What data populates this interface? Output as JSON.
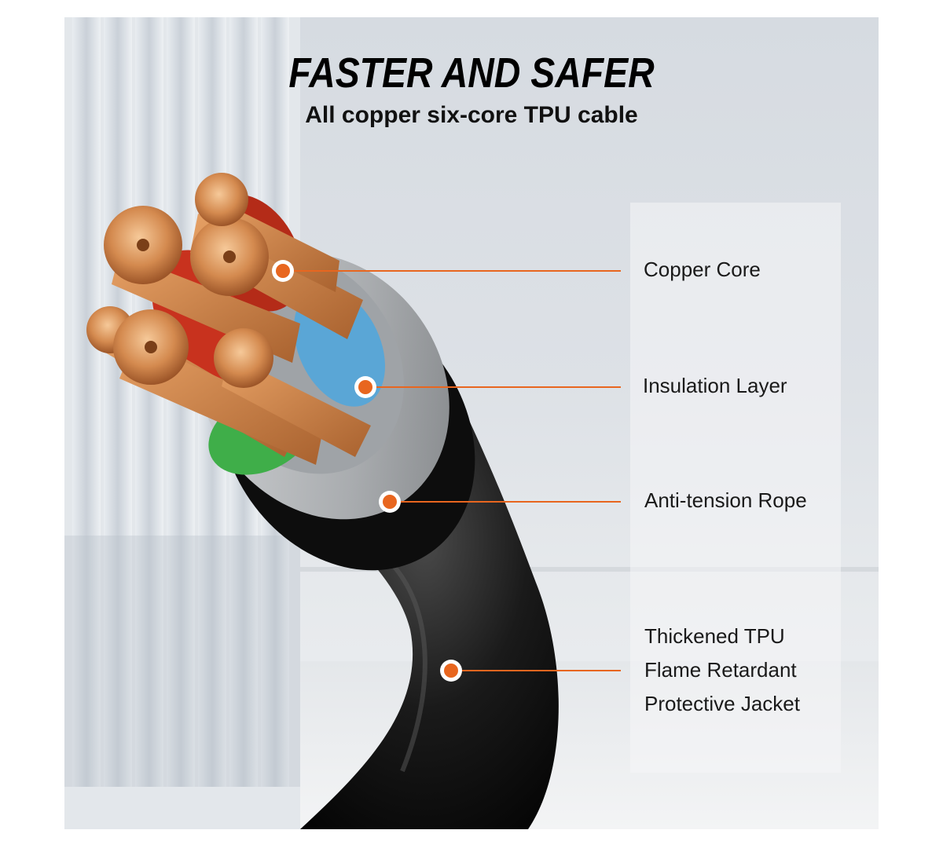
{
  "headline": "FASTER AND SAFER",
  "subheadline": "All copper six-core TPU cable",
  "callouts": [
    {
      "label_lines": [
        "Copper Core"
      ],
      "icon": "copper-core-marker"
    },
    {
      "label_lines": [
        "Insulation Layer"
      ],
      "icon": "insulation-layer-marker"
    },
    {
      "label_lines": [
        "Anti-tension Rope"
      ],
      "icon": "anti-tension-rope-marker"
    },
    {
      "label_lines": [
        "Thickened TPU",
        "Flame Retardant",
        "Protective Jacket"
      ],
      "icon": "protective-jacket-marker"
    }
  ],
  "colors": {
    "accent": "#e8661f",
    "jacket": "#111111",
    "sheath": "#b9bcbf",
    "blue_insulation": "#5aa6d6",
    "green_insulation": "#3fae49",
    "red_insulation": "#c8321e",
    "copper": "#d9925a"
  }
}
